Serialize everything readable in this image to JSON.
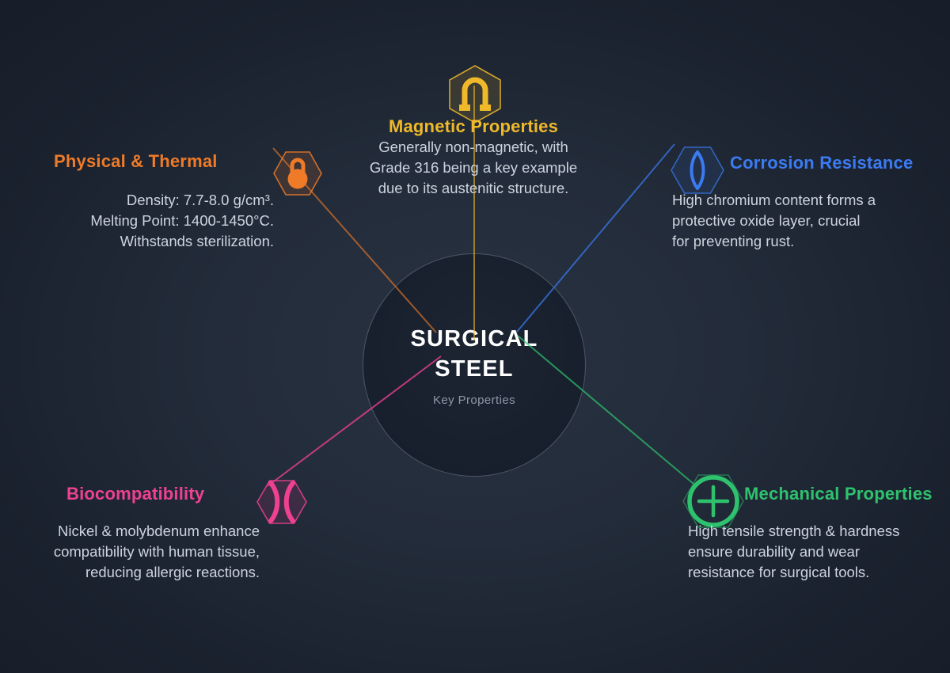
{
  "center": {
    "title": "SURGICAL\nSTEEL",
    "subtitle": "Key Properties"
  },
  "branches": [
    {
      "id": "physical-thermal",
      "label": "Physical & Thermal",
      "description": "Density: 7.7-8.0 g/cm³.\nMelting Point: 1400-1450°C.\nWithstands sterilization.",
      "color": "#ef7b28",
      "icon": "weight-lock-icon"
    },
    {
      "id": "magnetic",
      "label": "Magnetic Properties",
      "description": "Generally non-magnetic, with\nGrade 316 being a key example\ndue to its austenitic structure.",
      "color": "#f0b929",
      "icon": "magnet-icon"
    },
    {
      "id": "corrosion",
      "label": "Corrosion Resistance",
      "description": "High chromium content forms a\nprotective oxide layer, crucial\nfor preventing rust.",
      "color": "#3b7bf2",
      "icon": "droplet-icon"
    },
    {
      "id": "biocompatibility",
      "label": "Biocompatibility",
      "description": "Nickel & molybdenum enhance\ncompatibility with human tissue,\nreducing allergic reactions.",
      "color": "#ee4191",
      "icon": "tissue-icon"
    },
    {
      "id": "mechanical",
      "label": "Mechanical Properties",
      "description": "High tensile strength & hardness\nensure durability and wear\nresistance for surgical tools.",
      "color": "#2ec26e",
      "icon": "strength-plus-icon"
    }
  ],
  "background_color": "#1b2330",
  "text_color": "#cdd4df"
}
